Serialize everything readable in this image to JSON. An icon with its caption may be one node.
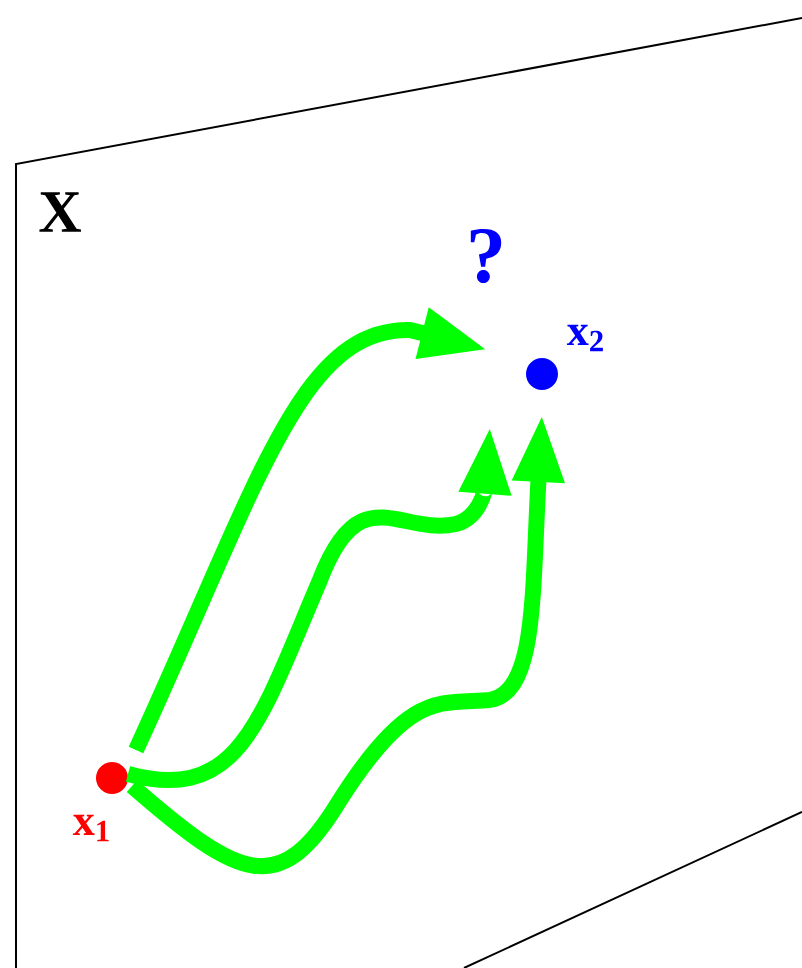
{
  "diagram": {
    "nodes": [
      {
        "text": [],
        "shape": "circle",
        "beside": [
          "x$_{1}$"
        ]
      },
      {
        "text": [],
        "shape": "circle",
        "beside": [
          "x$_{2}$"
        ]
      }
    ],
    "edges": [
      {
        "from": 0,
        "to": 1,
        "arrow": "to"
      },
      {
        "from": 0,
        "to": 1,
        "arrow": "to"
      },
      {
        "from": 0,
        "to": 1,
        "arrow": "to"
      }
    ],
    "labels": [
      "X",
      "?"
    ]
  }
}
